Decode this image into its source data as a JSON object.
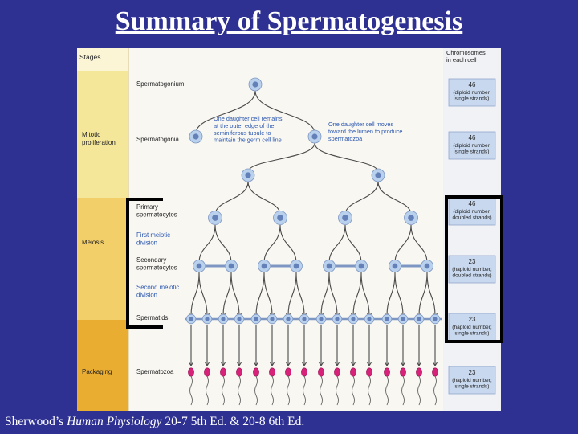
{
  "title": "Summary of Spermatogenesis",
  "caption": {
    "prefix": "Sherwood’s ",
    "book": "Human Physiology",
    "suffix": " 20-7 5th Ed. & 20-8 6th Ed."
  },
  "colors": {
    "background": "#2e3192",
    "stage_mitotic": "#f5e79a",
    "stage_meiosis": "#f3cf6a",
    "stage_packaging": "#e9ad32",
    "cell_fill": "#b9d1ec",
    "cell_nucleus": "#6480b8",
    "sperm_head": "#d8227a",
    "label_blue": "#2a56b0"
  },
  "diagram": {
    "stages_header": "Stages",
    "chromosomes_header": [
      "Chromosomes",
      "in each cell"
    ],
    "stages": [
      {
        "label": [
          "Mitotic",
          "proliferation"
        ]
      },
      {
        "label": [
          "Meiosis"
        ]
      },
      {
        "label": [
          "Packaging"
        ]
      }
    ],
    "cell_labels": [
      {
        "lines": [
          "Spermatogonium"
        ],
        "color": "#222"
      },
      {
        "lines": [
          "Spermatogonia"
        ],
        "color": "#222"
      },
      {
        "lines": [
          "Primary",
          "spermatocytes"
        ],
        "color": "#222"
      },
      {
        "lines": [
          "First meiotic",
          "division"
        ],
        "color": "#2a56b0"
      },
      {
        "lines": [
          "Secondary",
          "spermatocytes"
        ],
        "color": "#222"
      },
      {
        "lines": [
          "Second meiotic",
          "division"
        ],
        "color": "#2a56b0"
      },
      {
        "lines": [
          "Spermatids"
        ],
        "color": "#222"
      },
      {
        "lines": [
          "Spermatozoa"
        ],
        "color": "#222"
      }
    ],
    "annotations": {
      "left": [
        "One daughter cell remains",
        "at the outer edge of the",
        "seminiferous tubule to",
        "maintain the germ cell line"
      ],
      "right": [
        "One daughter cell moves",
        "toward the lumen to produce",
        "spermatozoa"
      ]
    },
    "chromosome_boxes": [
      {
        "number": "46",
        "lines": [
          "(diploid number;",
          "single strands)"
        ]
      },
      {
        "number": "46",
        "lines": [
          "(diploid number;",
          "single strands)"
        ]
      },
      {
        "number": "46",
        "lines": [
          "(diploid number;",
          "doubled strands)"
        ]
      },
      {
        "number": "23",
        "lines": [
          "(haploid number;",
          "doubled strands)"
        ]
      },
      {
        "number": "23",
        "lines": [
          "(haploid number;",
          "single strands)"
        ]
      },
      {
        "number": "23",
        "lines": [
          "(haploid number;",
          "single strands)"
        ]
      }
    ]
  }
}
